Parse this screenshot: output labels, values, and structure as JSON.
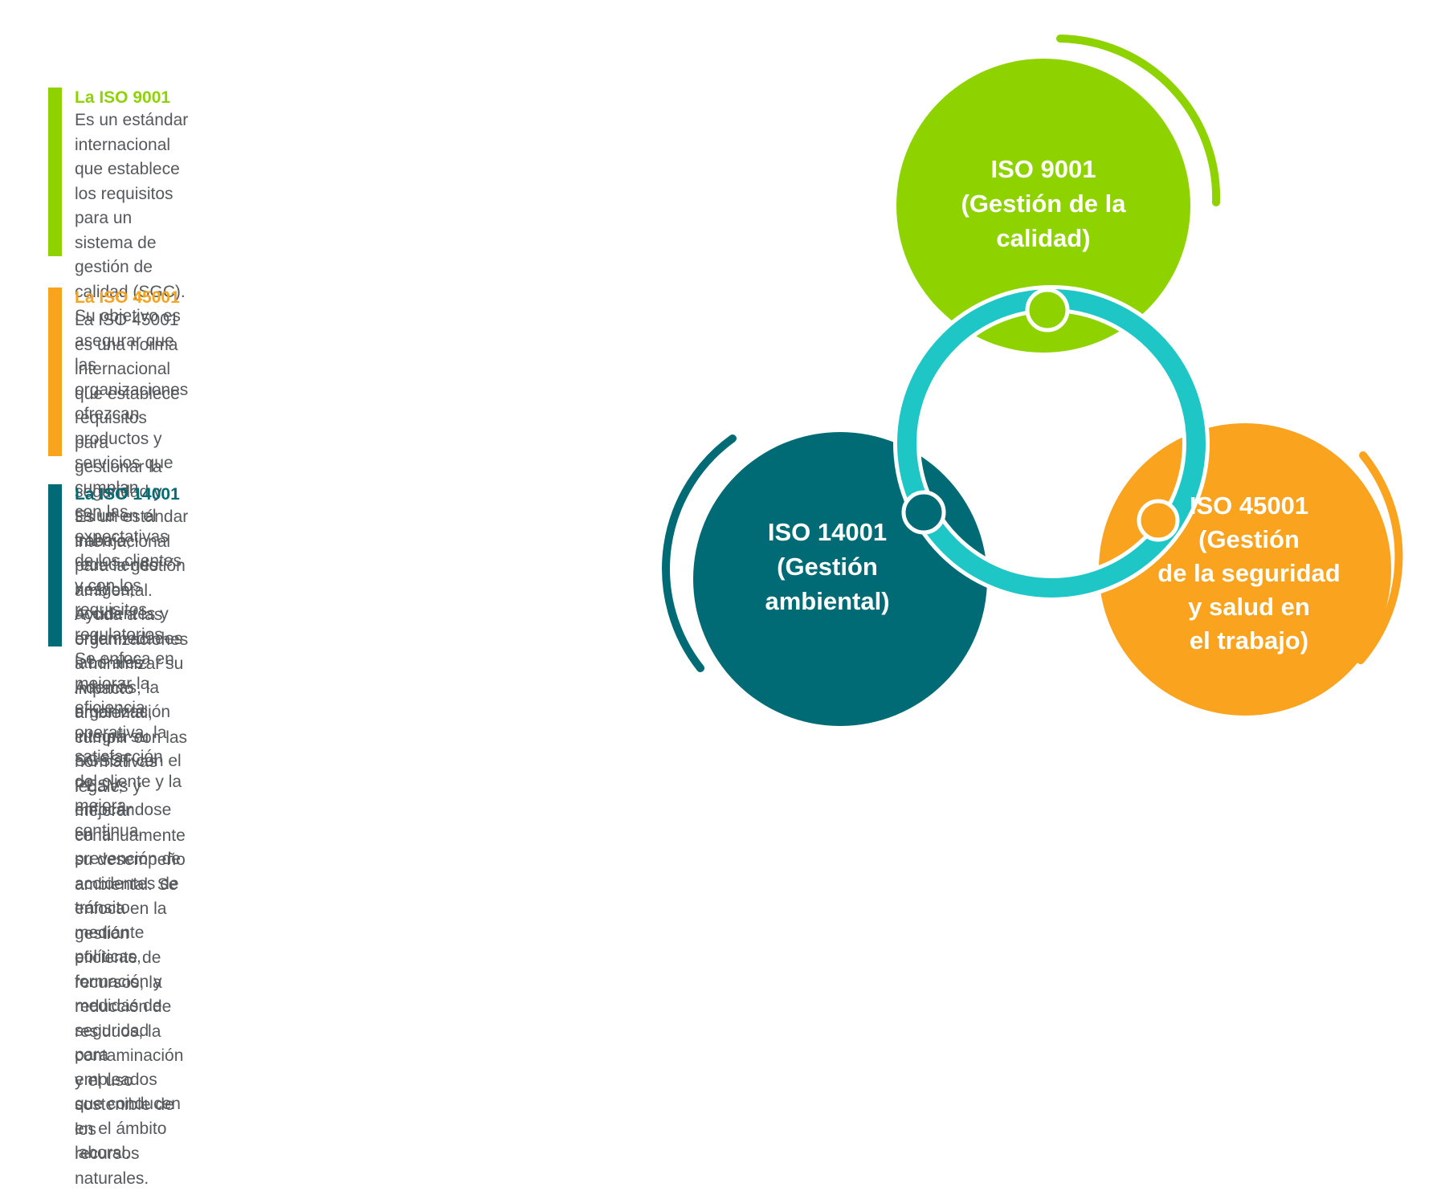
{
  "colors": {
    "green": "#8ed300",
    "orange": "#f9a31f",
    "teal_dark": "#006b74",
    "teal_ring": "#1ec6c6",
    "text": "#55595c"
  },
  "sections": [
    {
      "heading": "La ISO 9001",
      "body": "Es un estándar internacional que establece los requisitos para un\nsistema de gestión de calidad (SGC). Su objetivo es asegurar que\nlas organizaciones ofrezcan productos y servicios que cumplan\ncon las expectativas de los clientes y con los requisitos\nregulatorios. Se enfoca en mejorar la eficiencia operativa, la\nsatisfacción del cliente y la mejora continua."
    },
    {
      "heading": "La ISO 45001",
      "body": "La ISO 45001 es una norma internacional que establece requisitos para\ngestionar la seguridad y salud en el trabajo, reduciendo riesgos, accidentes y\nenfermedades laborales. Además, la organización integra su SGSST con el\nPESV, enfocándose en la prevención de accidentes de tránsito mediante\npolíticas, formación y medidas de seguridad para empleados que conducen\nen el ámbito laboral."
    },
    {
      "heading": "La ISO 14001",
      "body": "Es un estándar internacional para la gestión ambiental. Ayuda a las\norganizaciones a minimizar su impacto ambiental, cumplir con las\nnormativas legales y mejorar continuamente su desempeño\nambiental. Se enfoca en la gestión eficiente de recursos, la\nreducción de residuos, la contaminación y el uso sostenible de los\nrecursos naturales."
    }
  ],
  "circles": {
    "iso9001": {
      "lines": [
        "ISO 9001",
        "(Gestión de la",
        "calidad)"
      ]
    },
    "iso14001": {
      "lines": [
        "ISO 14001",
        "(Gestión",
        "ambiental)"
      ]
    },
    "iso45001": {
      "lines": [
        "ISO 45001",
        "(Gestión",
        "de la seguridad",
        "y salud en",
        "el trabajo)"
      ]
    }
  }
}
